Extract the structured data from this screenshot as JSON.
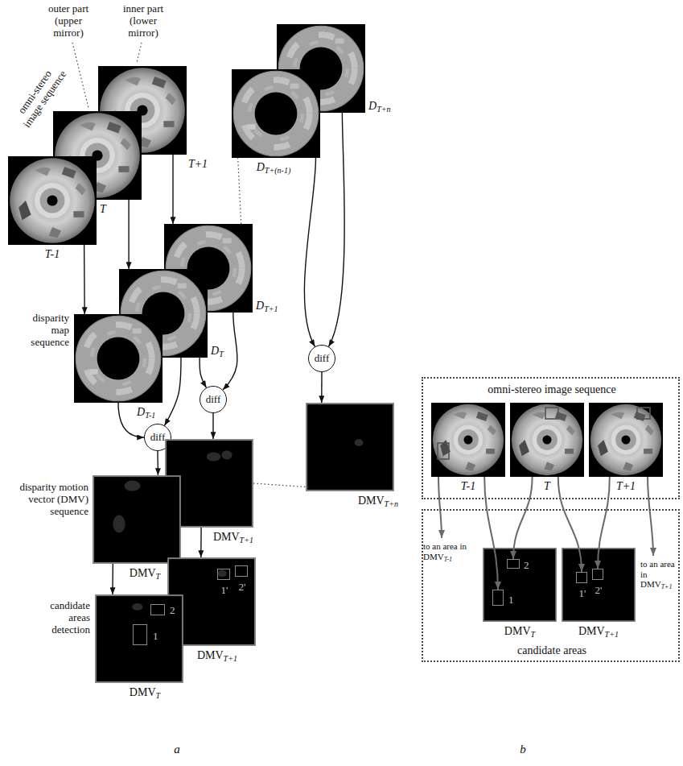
{
  "diagram": {
    "nodes": [
      {
        "text": [
          "T-1"
        ]
      },
      {
        "text": [
          "T"
        ]
      },
      {
        "text": [
          "T+1"
        ]
      },
      {
        "text": [
          "DT-1"
        ]
      },
      {
        "text": [
          "DT"
        ]
      },
      {
        "text": [
          "DT+1"
        ]
      },
      {
        "text": [
          "DT+(n-1)"
        ]
      },
      {
        "text": [
          "DT+n"
        ]
      },
      {
        "text": [
          "diff"
        ]
      },
      {
        "text": [
          "diff"
        ]
      },
      {
        "text": [
          "diff"
        ]
      },
      {
        "text": [
          "DMVT"
        ]
      },
      {
        "text": [
          "DMVT+1"
        ]
      },
      {
        "text": [
          "DMVT+n"
        ]
      },
      {
        "text": [
          "DMVT"
        ]
      },
      {
        "text": [
          "1"
        ],
        "in": 14
      },
      {
        "text": [
          "2"
        ],
        "in": 14
      },
      {
        "text": [
          "DMVT+1"
        ]
      },
      {
        "text": [
          "1'"
        ],
        "in": 17
      },
      {
        "text": [
          "2'"
        ],
        "in": 17
      },
      {
        "text": [
          "omni-stereo image sequence"
        ]
      },
      {
        "text": [
          "T-1"
        ],
        "in": 20
      },
      {
        "text": [
          "T"
        ],
        "in": 20
      },
      {
        "text": [
          "T+1"
        ],
        "in": 20
      },
      {
        "text": [
          "candidate areas"
        ]
      },
      {
        "text": [
          "DMVT"
        ],
        "in": 24
      },
      {
        "text": [
          "1"
        ],
        "in": 25
      },
      {
        "text": [
          "2"
        ],
        "in": 25
      },
      {
        "text": [
          "DMVT+1"
        ],
        "in": 24
      },
      {
        "text": [
          "1'"
        ],
        "in": 28
      },
      {
        "text": [
          "2'"
        ],
        "in": 28
      }
    ],
    "edges": [
      {
        "from": 0,
        "to": 3,
        "arrow": "to"
      },
      {
        "from": 1,
        "to": 4,
        "arrow": "to"
      },
      {
        "from": 2,
        "to": 5,
        "arrow": "to"
      },
      {
        "from": 3,
        "to": 8,
        "arrow": "to"
      },
      {
        "from": 4,
        "to": 8,
        "arrow": "to"
      },
      {
        "from": 4,
        "to": 9,
        "arrow": "to"
      },
      {
        "from": 5,
        "to": 9,
        "arrow": "to"
      },
      {
        "from": 6,
        "to": 10,
        "arrow": "to"
      },
      {
        "from": 7,
        "to": 10,
        "arrow": "to"
      },
      {
        "from": 8,
        "to": 11,
        "arrow": "to"
      },
      {
        "from": 9,
        "to": 12,
        "arrow": "to"
      },
      {
        "from": 10,
        "to": 13,
        "arrow": "to"
      },
      {
        "from": 11,
        "to": 14,
        "arrow": "to"
      },
      {
        "from": 12,
        "to": 17,
        "arrow": "to"
      },
      {
        "from": 5,
        "to": 6,
        "arrow": "none"
      },
      {
        "from": 12,
        "to": 13,
        "arrow": "none"
      },
      {
        "from": 21,
        "to": 26,
        "arrow": "to"
      },
      {
        "from": 22,
        "to": 27,
        "arrow": "to"
      },
      {
        "from": 22,
        "to": 29,
        "arrow": "to"
      },
      {
        "from": 23,
        "to": 30,
        "arrow": "to"
      }
    ],
    "labels": [
      "outer part (upper mirror)",
      "inner part (lower mirror)",
      "omni-stereo image sequence",
      "disparity map sequence",
      "disparity motion vector (DMV) sequence",
      "candidate areas detection",
      "to an area in DMVT-1",
      "to an area in DMVT+1",
      "a",
      "b"
    ]
  }
}
